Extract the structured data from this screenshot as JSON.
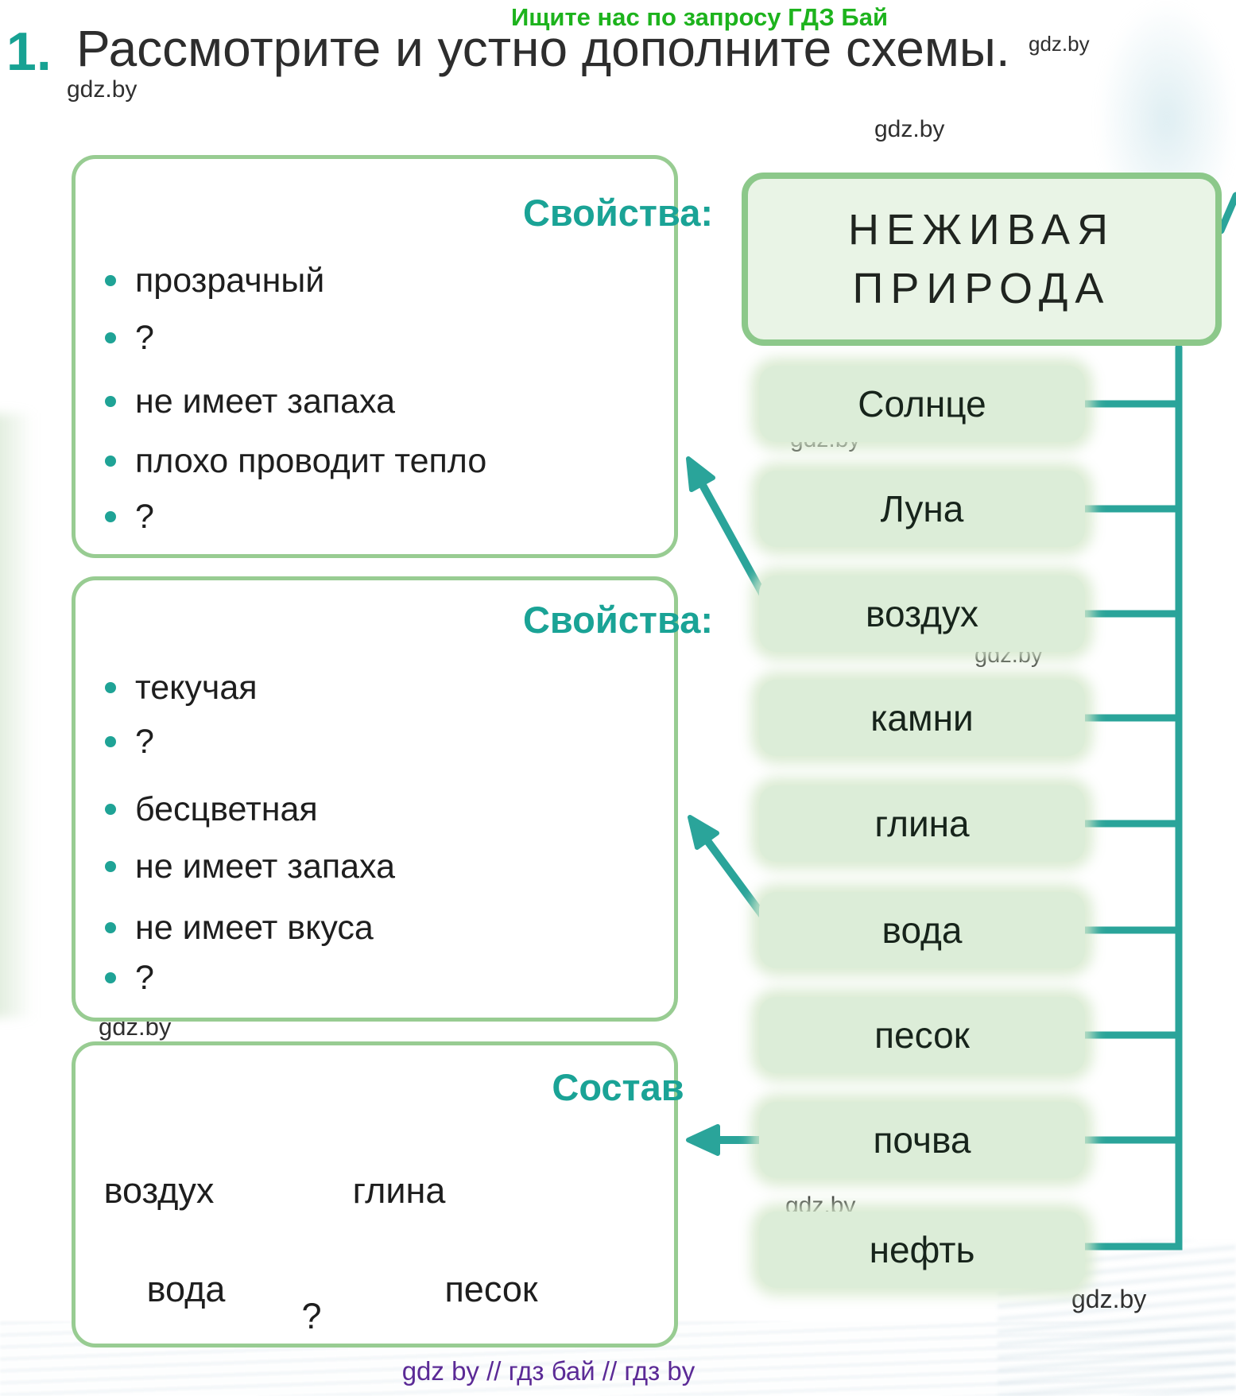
{
  "header": {
    "promo": "Ищите нас по запросу ГДЗ Бай",
    "number": "1.",
    "title": "Рассмотрите и устно дополните схемы."
  },
  "watermark": {
    "text": "gdz.by"
  },
  "box1": {
    "title": "Свойства:",
    "bullets": [
      "прозрачный",
      "?",
      "не имеет запаха",
      "плохо проводит тепло",
      "?"
    ]
  },
  "box2": {
    "title": "Свойства:",
    "bullets": [
      "текучая",
      "?",
      "бесцветная",
      "не имеет запаха",
      "не имеет вкуса",
      "?"
    ]
  },
  "box3": {
    "title": "Состав",
    "parts": {
      "air": "воздух",
      "clay": "глина",
      "water": "вода",
      "unknown": "?",
      "sand": "песок"
    }
  },
  "nature": {
    "title_line1": "НЕЖИВАЯ",
    "title_line2": "ПРИРОДА",
    "items": [
      "Солнце",
      "Луна",
      "воздух",
      "камни",
      "глина",
      "вода",
      "песок",
      "почва",
      "нефть"
    ]
  },
  "footer": {
    "text": "gdz by  //  гдз бай  //  гдз by"
  },
  "colors": {
    "teal_accent": "#1fa396",
    "box_border_green": "#98cc92",
    "nature_border_green": "#8cc88a",
    "nature_fill": "#e9f4e6",
    "pill_fill": "#dcedd8",
    "arrow_green": "#7ecb7b",
    "promo_green": "#1db31d",
    "footer_purple": "#5b2a96"
  }
}
